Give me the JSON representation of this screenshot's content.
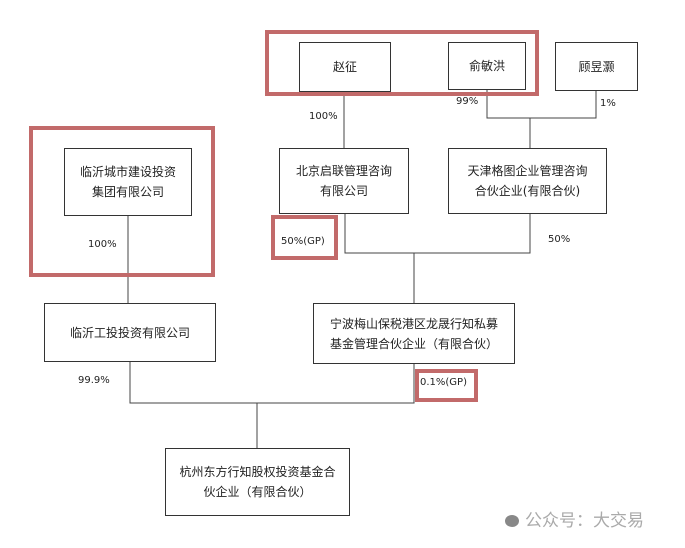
{
  "nodes": {
    "zhao_zheng": "赵征",
    "yu_minhong": "俞敏洪",
    "gu_yuhao": "顾昱灏",
    "beijing_qilian": "北京启联管理咨询\n有限公司",
    "tianjin_getu": "天津格图企业管理咨询\n合伙企业(有限合伙)",
    "linyi_city": "临沂城市建设投资\n集团有限公司",
    "ningbo_meishan": "宁波梅山保税港区龙晟行知私募\n基金管理合伙企业（有限合伙）",
    "linyi_gongtou": "临沂工投投资有限公司",
    "hangzhou_dongfang": "杭州东方行知股权投资基金合\n伙企业（有限合伙）"
  },
  "percentages": {
    "zhao_to_beijing": "100%",
    "yu_to_tianjin": "99%",
    "gu_to_tianjin": "1%",
    "linyi_city_to_gongtou": "100%",
    "beijing_to_ningbo": "50%(GP)",
    "tianjin_to_ningbo": "50%",
    "gongtou_to_hangzhou": "99.9%",
    "ningbo_to_hangzhou": "0.1%(GP)"
  },
  "watermark": "公众号：大交易",
  "colors": {
    "highlight": "#c26a6a",
    "line": "#333333"
  }
}
